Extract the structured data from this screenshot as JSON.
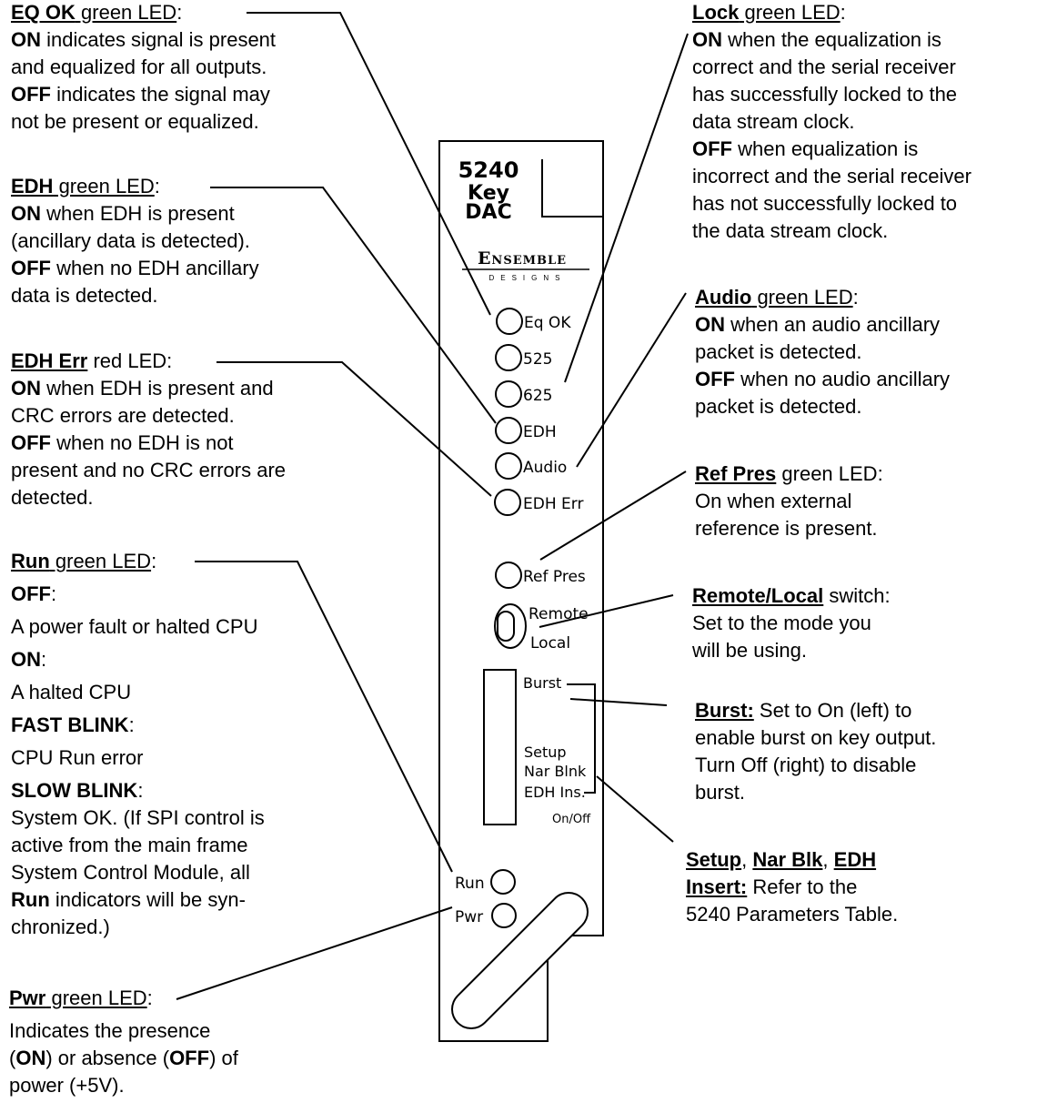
{
  "panel": {
    "model": "5240",
    "name_line1": "Key",
    "name_line2": "DAC",
    "brand": "Ensemble",
    "brand_sub": "DESIGNS",
    "leds": {
      "eq_ok": "Eq OK",
      "l525": "525",
      "l625": "625",
      "edh": "EDH",
      "audio": "Audio",
      "edh_err": "EDH Err",
      "ref_pres": "Ref Pres",
      "run": "Run",
      "pwr": "Pwr"
    },
    "switch": {
      "remote": "Remote",
      "local": "Local"
    },
    "dip": {
      "burst": "Burst",
      "setup": "Setup",
      "nar_blnk": "Nar Blnk",
      "edh_ins": "EDH Ins.",
      "on_off": "On/Off"
    }
  },
  "annotations": {
    "eq_ok": {
      "name": "EQ OK",
      "type": " green LED",
      "colon": ":",
      "on_k": "ON",
      "on_t": " indicates signal is present",
      "on_t2": "and equalized for all outputs.",
      "off_k": "OFF",
      "off_t": " indicates the signal may",
      "off_t2": "not be present or equalized."
    },
    "edh": {
      "name": "EDH",
      "type": " green LED",
      "colon": ":",
      "on_k": "ON",
      "on_t": " when EDH is present",
      "on_t2": "(ancillary data is detected).",
      "off_k": "OFF",
      "off_t": " when no EDH ancillary",
      "off_t2": "data is detected."
    },
    "edh_err": {
      "name": "EDH Err",
      "type": " red LED:",
      "on_k": "ON",
      "on_t": " when EDH is present and",
      "on_t2": "CRC errors are detected.",
      "off_k": "OFF",
      "off_t": " when no EDH is not",
      "off_t2": "present and no CRC errors are",
      "off_t3": "detected."
    },
    "run": {
      "name": "Run",
      "type": " green LED",
      "colon": ":",
      "off_k": "OFF",
      "off_c": ":",
      "off_t": "A power fault or halted CPU",
      "on_k": "ON",
      "on_c": ":",
      "on_t": "A halted CPU",
      "fast_k": "FAST BLINK",
      "fast_c": ":",
      "fast_t": "CPU Run error",
      "slow_k": "SLOW BLINK",
      "slow_c": ":",
      "slow_t1": "System OK. (If SPI control is",
      "slow_t2": "active from the main frame",
      "slow_t3": "System Control Module, all",
      "slow_k2": "Run",
      "slow_t4": " indicators will be syn-",
      "slow_t5": "chronized.)"
    },
    "pwr": {
      "name": "Pwr",
      "type": " green LED",
      "colon": ":",
      "t1": "Indicates the presence",
      "p1": "(",
      "on_k": "ON",
      "t2": ") or absence (",
      "off_k": "OFF",
      "t3": ") of",
      "t4": "power (+5V)."
    },
    "lock": {
      "name": "Lock",
      "type": " green LED",
      "colon": ":",
      "on_k": "ON",
      "on_t": " when the equalization is",
      "on_t2": "correct and the serial receiver",
      "on_t3": "has successfully locked to the",
      "on_t4": "data stream clock.",
      "off_k": "OFF",
      "off_t": " when equalization is",
      "off_t2": "incorrect and the serial receiver",
      "off_t3": "has not successfully locked to",
      "off_t4": "the data stream clock."
    },
    "audio": {
      "name": "Audio",
      "type": " green LED",
      "colon": ":",
      "on_k": "ON",
      "on_t": " when an audio ancillary",
      "on_t2": "packet is detected.",
      "off_k": "OFF",
      "off_t": " when no audio ancillary",
      "off_t2": "packet is detected."
    },
    "ref_pres": {
      "name": "Ref Pres",
      "type": " green LED:",
      "t1": "On when external",
      "t2": "reference is present."
    },
    "remote_local": {
      "name": "Remote/Local",
      "type": " switch:",
      "t1": "Set to the mode you",
      "t2": "will be using."
    },
    "burst": {
      "name": "Burst:",
      "t1": " Set to On (left) to",
      "t2": "enable burst on key output.",
      "t3": "Turn Off (right) to disable",
      "t4": "burst."
    },
    "setup": {
      "n1": "Setup",
      "c1": ", ",
      "n2": "Nar Blk",
      "c2": ", ",
      "n3": "EDH",
      "n4": "Insert:",
      "t1": " Refer to the",
      "t2": "5240 Parameters Table."
    }
  }
}
